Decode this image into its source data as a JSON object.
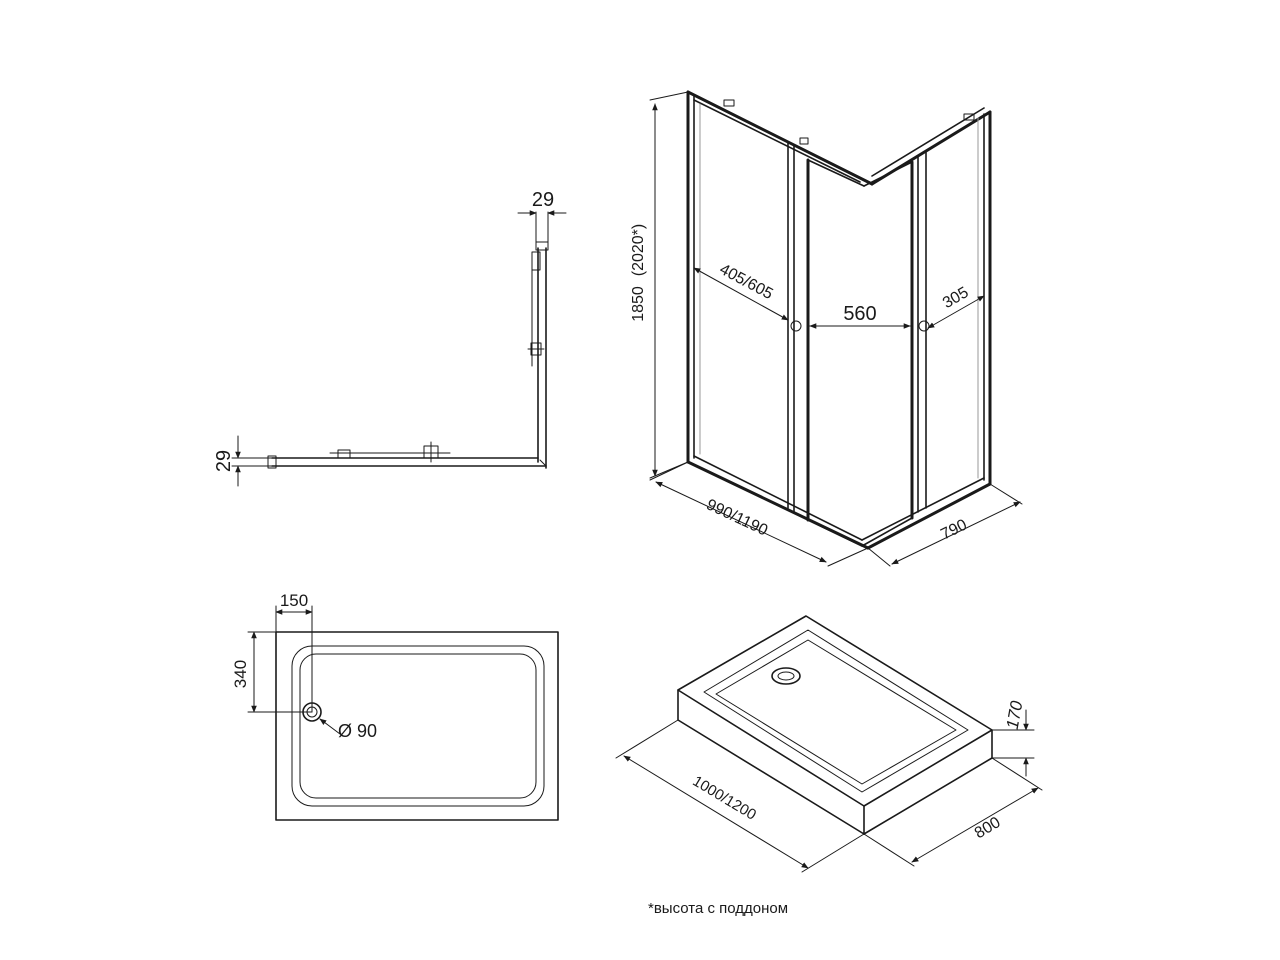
{
  "plan": {
    "dim_top_thickness": "29",
    "dim_left_thickness": "29"
  },
  "cabin": {
    "dim_height": "1850",
    "dim_height_alt": "(2020*)",
    "dim_door_opening_left": "405/605",
    "dim_door_width": "560",
    "dim_door_opening_right": "305",
    "dim_length": "990/1190",
    "dim_depth": "790"
  },
  "tray_top": {
    "dim_drain_x": "150",
    "dim_drain_y": "340",
    "dim_drain_diameter": "Ø 90"
  },
  "tray_iso": {
    "dim_tray_height": "170",
    "dim_tray_length": "1000/1200",
    "dim_tray_depth": "800"
  },
  "footnote": "*высота с поддоном"
}
